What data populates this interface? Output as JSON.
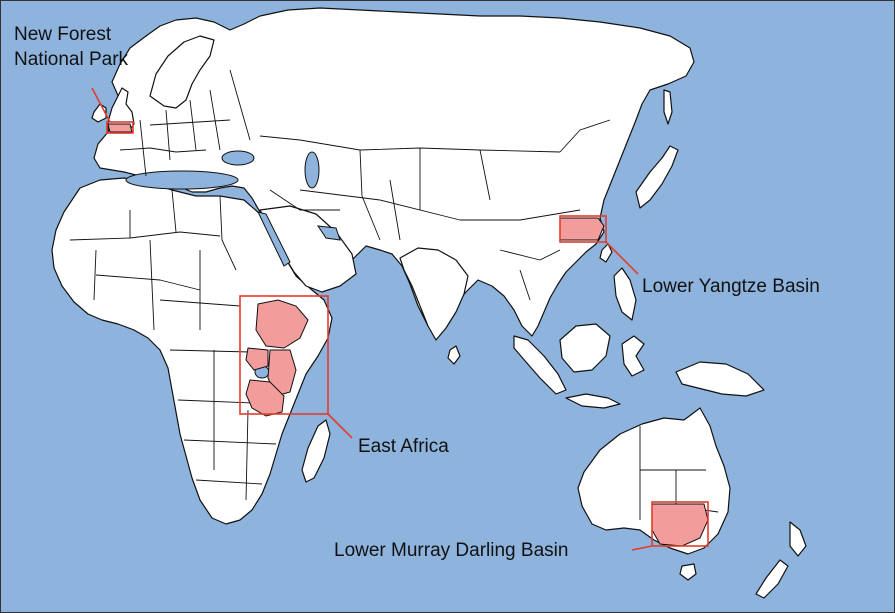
{
  "map": {
    "ocean_color": "#8eb4de",
    "land_color": "#ffffff",
    "highlight_fill_color": "#f39c9c",
    "highlight_box_color": "#e23c2c",
    "regions": [
      {
        "id": "new-forest",
        "label_lines": [
          "New Forest",
          "National Park"
        ]
      },
      {
        "id": "lower-yangtze",
        "label_lines": [
          "Lower Yangtze Basin"
        ]
      },
      {
        "id": "east-africa",
        "label_lines": [
          "East Africa"
        ]
      },
      {
        "id": "lower-murray-darling",
        "label_lines": [
          "Lower Murray Darling Basin"
        ]
      }
    ]
  }
}
